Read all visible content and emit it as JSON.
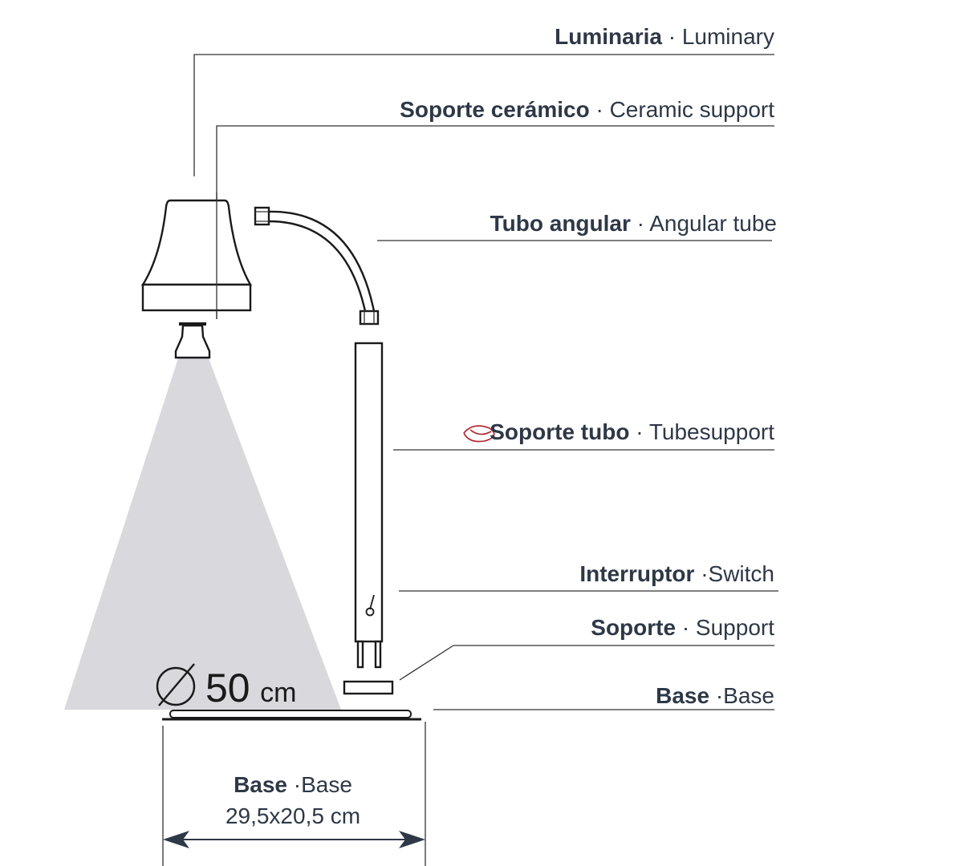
{
  "labels": [
    {
      "es": "Luminaria",
      "en": " · Luminary"
    },
    {
      "es": "Soporte cerámico",
      "en": " · Ceramic support"
    },
    {
      "es": "Tubo angular",
      "en": " · Angular tube"
    },
    {
      "es": "Soporte tubo",
      "en": " · Tubesupport"
    },
    {
      "es": "Interruptor",
      "en": " ·Switch"
    },
    {
      "es": "Soporte",
      "en": " · Support"
    },
    {
      "es": "Base",
      "en": " ·Base"
    }
  ],
  "diameter": {
    "value": "50",
    "unit": "cm"
  },
  "base_dimension": {
    "es": "Base",
    "en": " ·Base",
    "size": "29,5x20,5 cm"
  },
  "colors": {
    "light_cone": "#d8d8dd",
    "text": "#2e3846"
  }
}
